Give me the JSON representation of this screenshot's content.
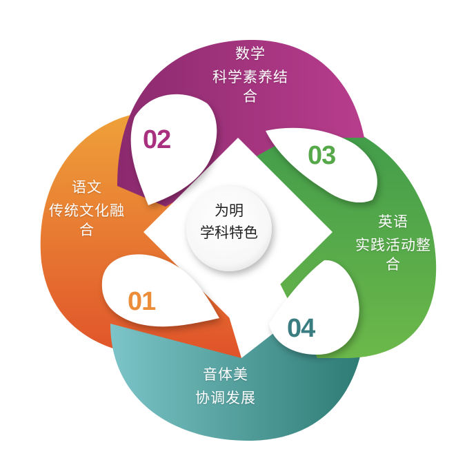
{
  "center": {
    "line1": "为明",
    "line2": "学科特色"
  },
  "petals": [
    {
      "num": "01",
      "title": "语文",
      "desc_line1": "传统文化融",
      "desc_line2": "合",
      "color": "#e9802f",
      "num_color": "#ec8d3a"
    },
    {
      "num": "02",
      "title": "数学",
      "desc_line1": "科学素养结",
      "desc_line2": "合",
      "color": "#a8307e",
      "num_color": "#a8307e"
    },
    {
      "num": "03",
      "title": "英语",
      "desc_line1": "实践活动整",
      "desc_line2": "合",
      "color": "#48a051",
      "num_color": "#56a84a"
    },
    {
      "num": "04",
      "title": "音体美",
      "desc_line1": "协调发展",
      "desc_line2": "",
      "color": "#2e8a86",
      "num_color": "#3a7d80"
    }
  ]
}
